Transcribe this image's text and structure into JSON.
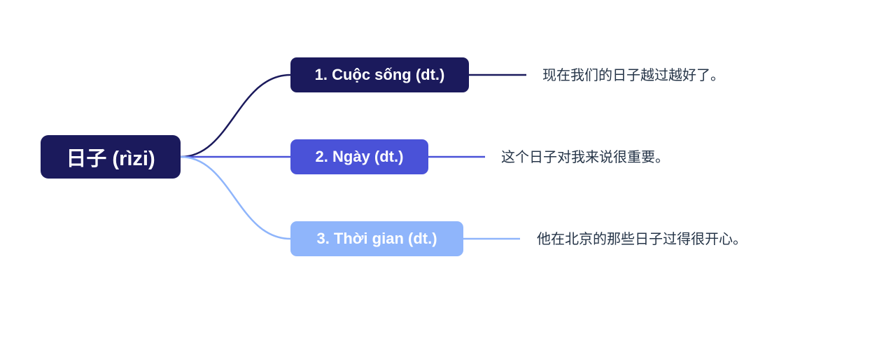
{
  "root": {
    "label": "日子 (rìzi)",
    "color": "#1b1a5c"
  },
  "branches": [
    {
      "label": "1. Cuộc sống (dt.)",
      "color": "#1b1a5c",
      "example": "现在我们的日子越过越好了。"
    },
    {
      "label": "2. Ngày (dt.)",
      "color": "#4a52d8",
      "example": "这个日子对我来说很重要。"
    },
    {
      "label": "3. Thời gian (dt.)",
      "color": "#8fb5fb",
      "example": "他在北京的那些日子过得很开心。"
    }
  ]
}
